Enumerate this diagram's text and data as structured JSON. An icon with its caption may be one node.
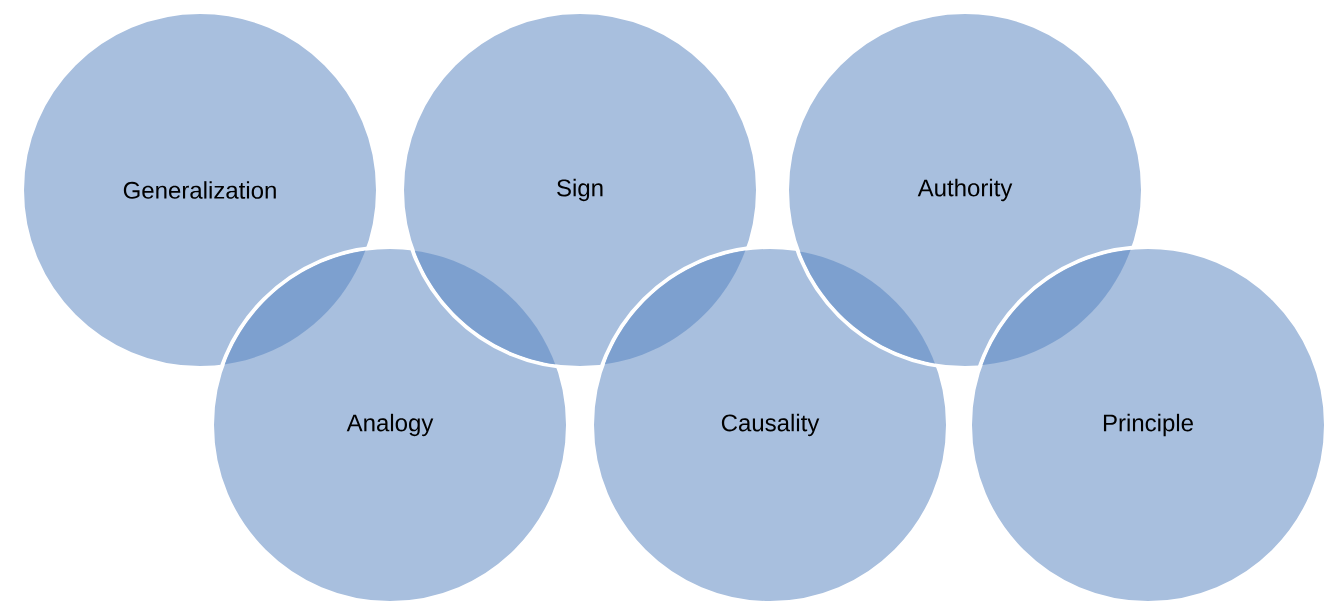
{
  "diagram": {
    "nodes": [
      {
        "text": [
          "Generalization"
        ]
      },
      {
        "text": [
          "Sign"
        ]
      },
      {
        "text": [
          "Authority"
        ]
      },
      {
        "text": [
          "Analogy"
        ]
      },
      {
        "text": [
          "Causality"
        ]
      },
      {
        "text": [
          "Principle"
        ]
      }
    ]
  }
}
